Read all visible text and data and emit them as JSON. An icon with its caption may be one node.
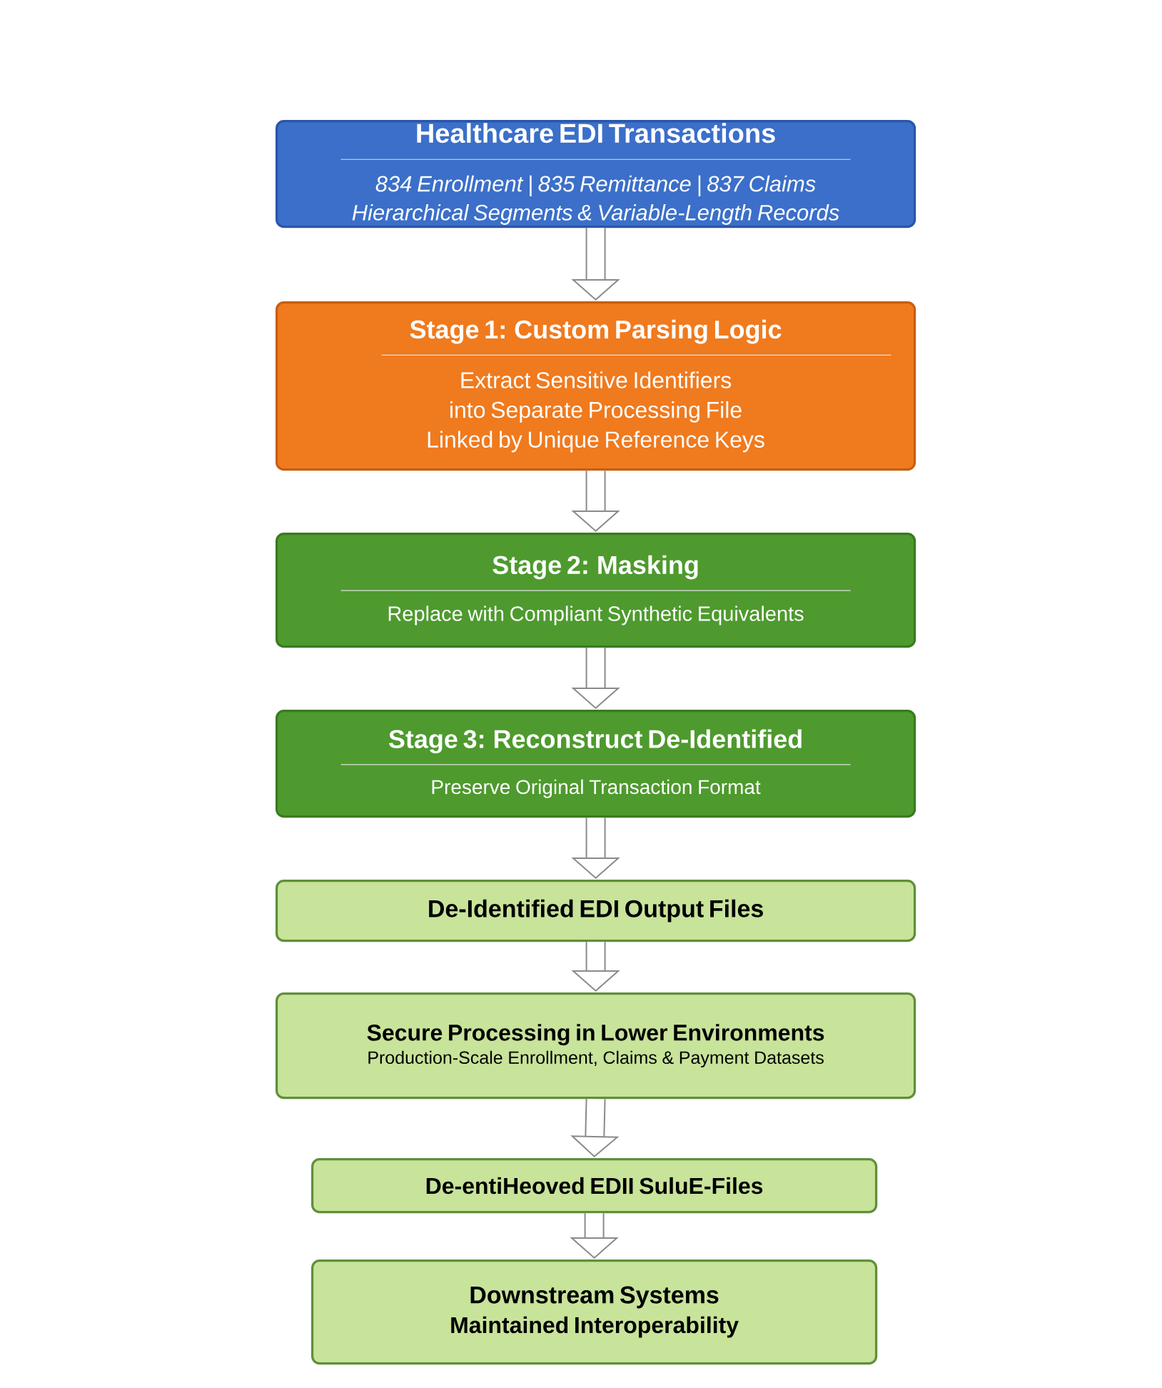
{
  "diagram": {
    "nodes": [
      {
        "text": [
          "Healthcare EDI Transactions",
          "834 Enrollment | 835 Remittance | 837 Claims",
          "Hierarchical Segments & Variable-Length Records"
        ]
      },
      {
        "text": [
          "Stage 1: Custom Parsing Logic",
          "Extract Sensitive Identifiers into Separate Processing File Linked by Unique Reference Keys"
        ]
      },
      {
        "text": [
          "Stage 2: Masking",
          "Replace with Compliant Synthetic Equivalents"
        ]
      },
      {
        "text": [
          "Stage 3: Reconstruct De-Identified",
          "Preserve Original Transaction Format"
        ]
      },
      {
        "text": [
          "De-Identified EDI Output Files"
        ]
      },
      {
        "text": [
          "Secure Processing in Lower Environments",
          "Production-Scale Enrollment, Claims & Payment Datasets"
        ]
      },
      {
        "text": [
          "De-entiHeoved EDII SuluE-Files"
        ]
      },
      {
        "text": [
          "Downstream Systems",
          "Maintained Interoperability"
        ]
      }
    ],
    "edges": [
      {
        "from": 0,
        "to": 1,
        "arrow": "to"
      },
      {
        "from": 1,
        "to": 2,
        "arrow": "to"
      },
      {
        "from": 2,
        "to": 3,
        "arrow": "to"
      },
      {
        "from": 3,
        "to": 4,
        "arrow": "to"
      },
      {
        "from": 4,
        "to": 5,
        "arrow": "to"
      },
      {
        "from": 5,
        "to": 6,
        "arrow": "to"
      },
      {
        "from": 6,
        "to": 7,
        "arrow": "to"
      }
    ]
  }
}
